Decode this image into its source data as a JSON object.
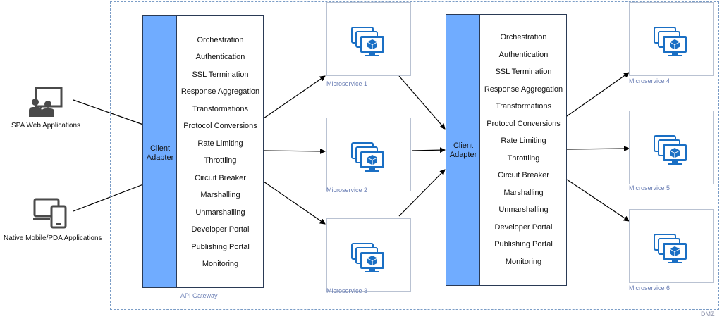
{
  "clients": [
    {
      "label": "SPA Web Applications",
      "icon": "presentation-users-icon"
    },
    {
      "label": "Native Mobile/PDA Applications",
      "icon": "mobile-devices-icon"
    }
  ],
  "gateway": {
    "name": "API Gateway",
    "adapter_label": "Client Adapter",
    "features": [
      "Orchestration",
      "Authentication",
      "SSL Termination",
      "Response Aggregation",
      "Transformations",
      "Protocol Conversions",
      "Rate Limiting",
      "Throttling",
      "Circuit Breaker",
      "Marshalling",
      "Unmarshalling",
      "Developer Portal",
      "Publishing Portal",
      "Monitoring"
    ]
  },
  "inner_gateway": {
    "adapter_label": "Client Adapter",
    "features": [
      "Orchestration",
      "Authentication",
      "SSL Termination",
      "Response Aggregation",
      "Transformations",
      "Protocol Conversions",
      "Rate Limiting",
      "Throttling",
      "Circuit Breaker",
      "Marshalling",
      "Unmarshalling",
      "Developer Portal",
      "Publishing Portal",
      "Monitoring"
    ]
  },
  "microservices": [
    {
      "label": "Microservice 1"
    },
    {
      "label": "Microservice 2"
    },
    {
      "label": "Microservice 3"
    },
    {
      "label": "Microservice 4"
    },
    {
      "label": "Microservice 5"
    },
    {
      "label": "Microservice 6"
    }
  ],
  "zone": {
    "label": "DMZ"
  },
  "colors": {
    "adapter": "#70acff",
    "icon": "#1a6fc4",
    "zone_border": "#7a9cc6",
    "caption": "#6b7fb5"
  }
}
